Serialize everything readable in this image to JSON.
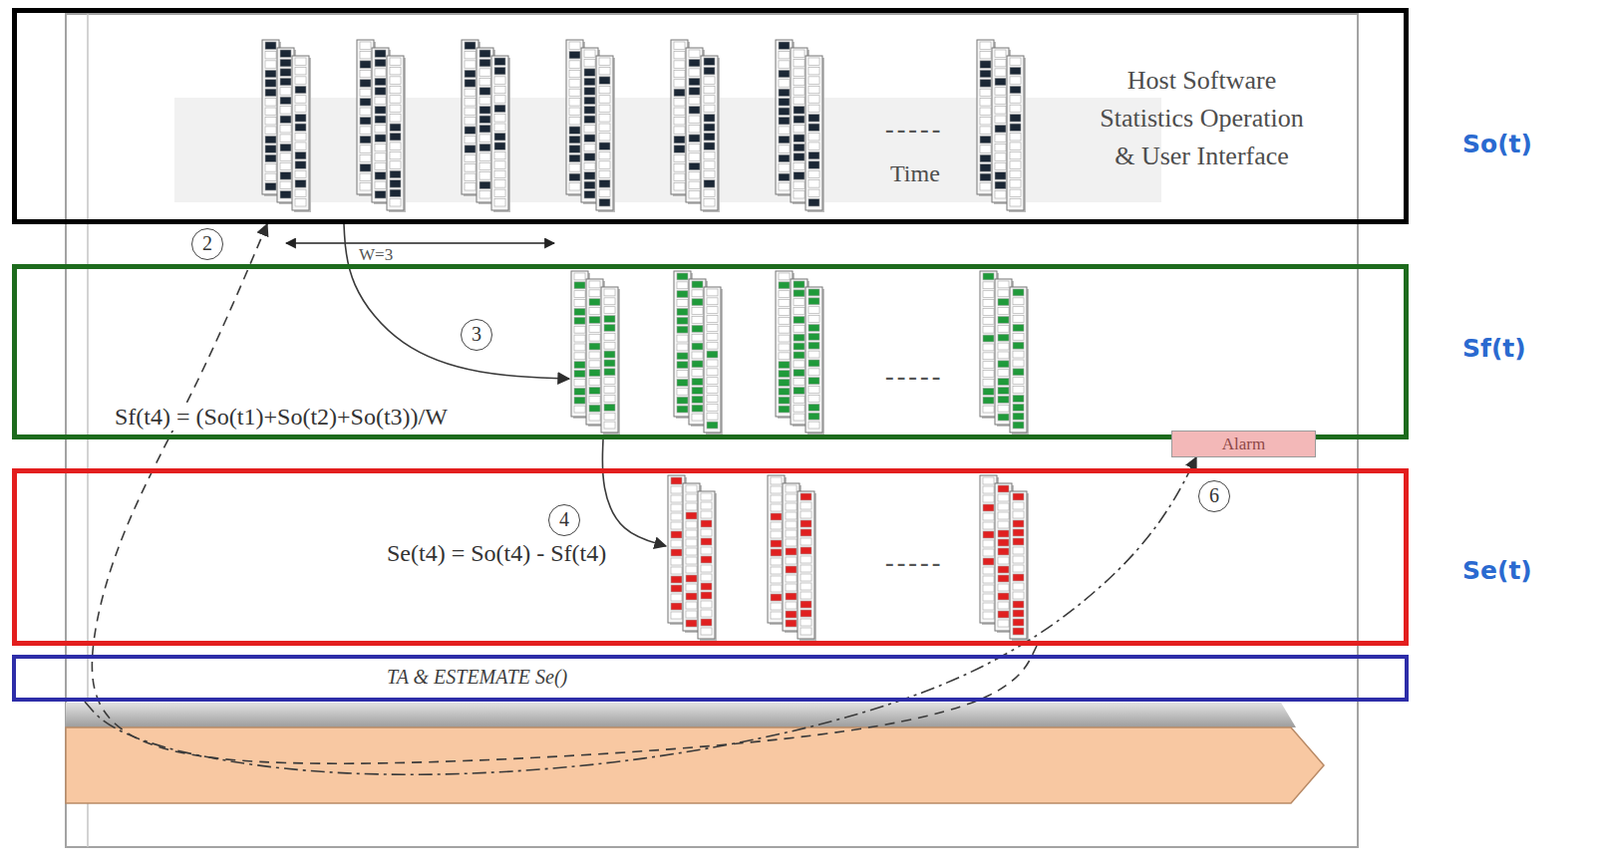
{
  "diagram": {
    "nodes": [
      {
        "text": [
          "Host Software Statistics Operation & User Interface",
          "-----",
          "Time",
          "So(t)"
        ]
      },
      {
        "text": [
          "Sf(t4) = (So(t1)+So(t2)+So(t3))/W",
          "-----",
          "Sf(t)"
        ]
      },
      {
        "text": [
          "Alarm"
        ]
      },
      {
        "text": [
          "Se(t4) = So(t4) - Sf(t4)",
          "-----",
          "Se(t)"
        ]
      },
      {
        "text": [
          "TA & ESTEMATE Se()"
        ]
      }
    ],
    "edges": [
      {
        "from": 0,
        "to": 1,
        "arrow": "to"
      },
      {
        "from": 1,
        "to": 3,
        "arrow": "to"
      },
      {
        "from": 3,
        "to": 0,
        "arrow": "to"
      },
      {
        "from": 4,
        "to": 2,
        "arrow": "to"
      }
    ],
    "labels": [
      "2",
      "W=3",
      "3",
      "4",
      "6"
    ]
  }
}
